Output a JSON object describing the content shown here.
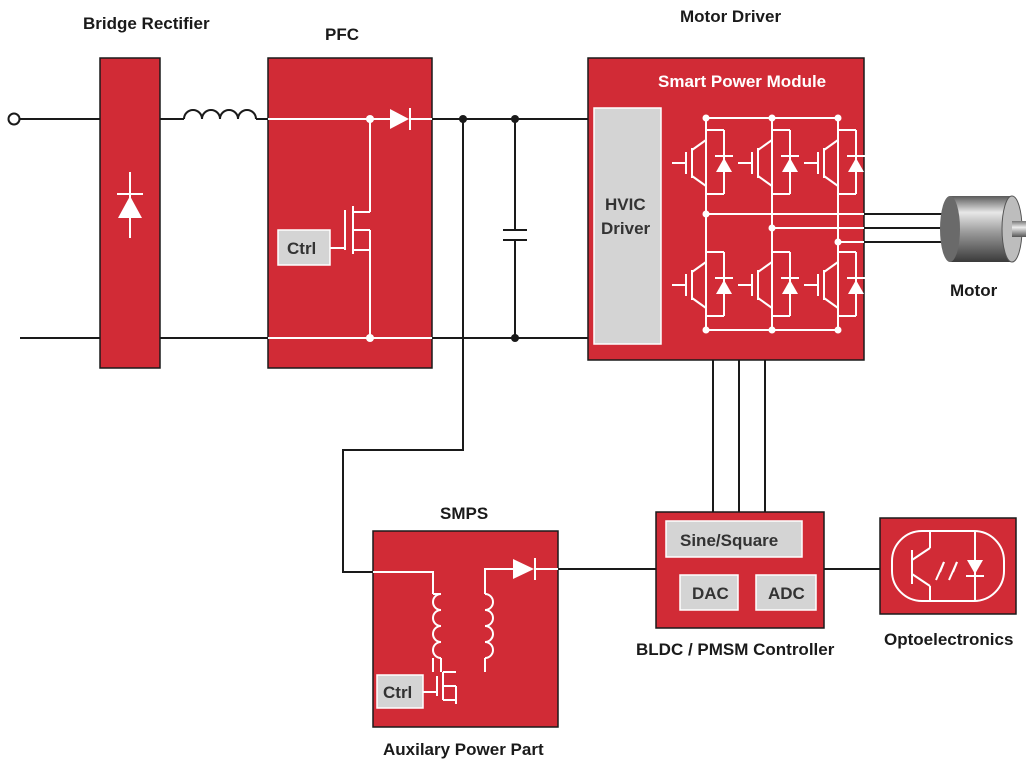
{
  "blocks": {
    "bridge_rectifier": "Bridge Rectifier",
    "pfc": "PFC",
    "motor_driver": "Motor Driver",
    "smart_power_module": "Smart Power Module",
    "hvic_line1": "HVIC",
    "hvic_line2": "Driver",
    "motor": "Motor",
    "smps": "SMPS",
    "auxiliary_power_part": "Auxilary Power Part",
    "controller": "BLDC / PMSM Controller",
    "optoelectronics": "Optoelectronics"
  },
  "sub_boxes": {
    "pfc_ctrl": "Ctrl",
    "smps_ctrl": "Ctrl",
    "sine_square": "Sine/Square",
    "dac": "DAC",
    "adc": "ADC"
  },
  "colors": {
    "block_fill": "#d12b36",
    "sub_box_fill": "#d4d4d4",
    "wire": "#1a1a1a"
  }
}
